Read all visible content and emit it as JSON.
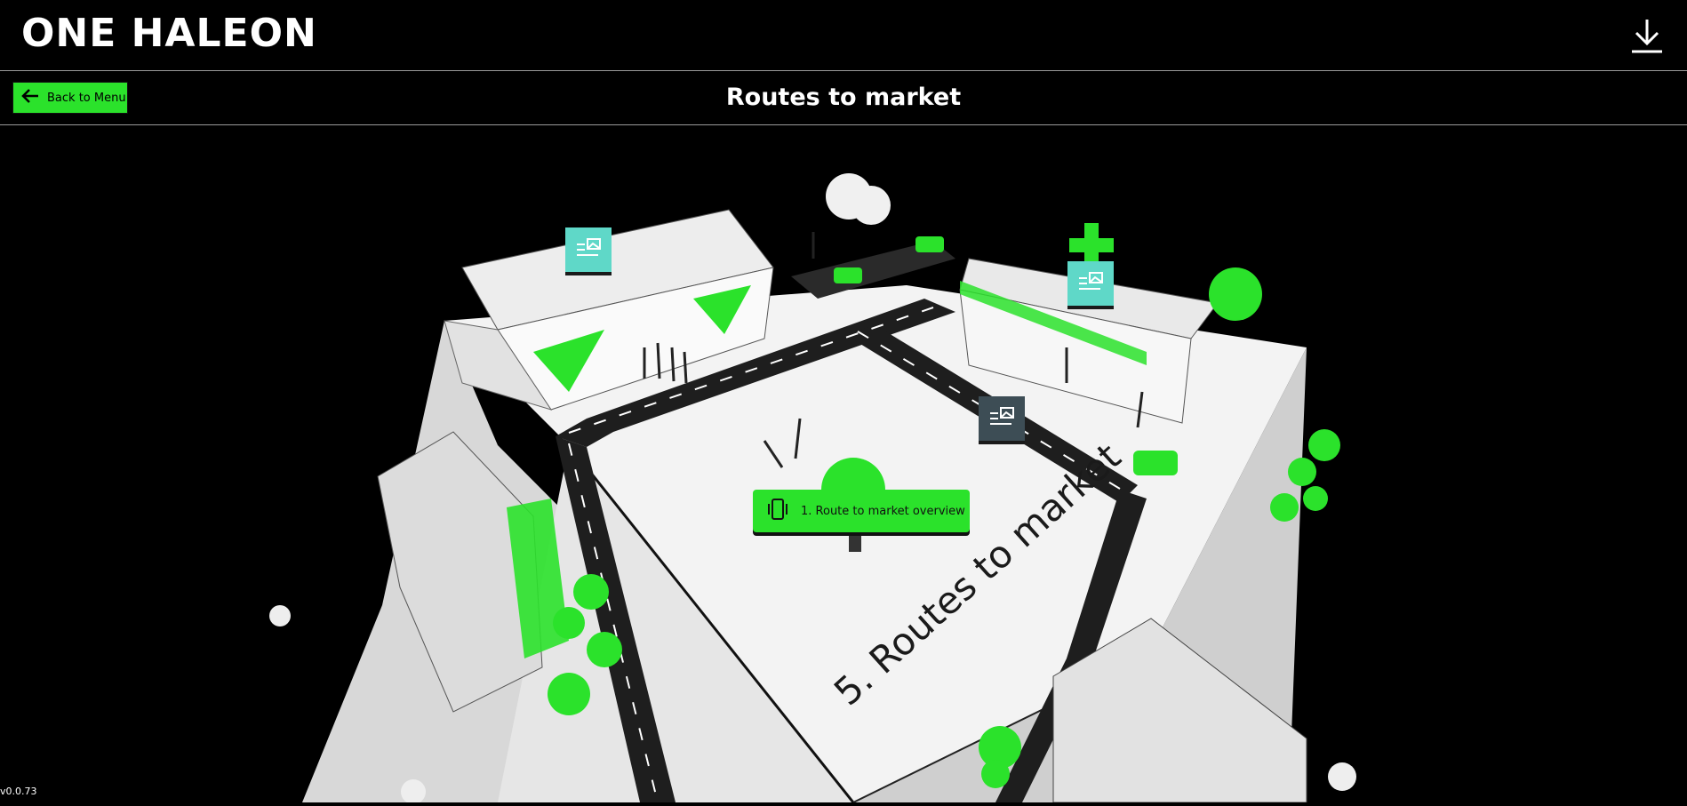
{
  "header": {
    "logo_text": "ONE HALEON",
    "download_icon": "download-icon"
  },
  "subheader": {
    "back_label": "Back to Menu",
    "title": "Routes to market"
  },
  "scene": {
    "cube_face_label": "5. Routes to market",
    "overview_button": "1. Route to market overview",
    "hotspot_icon": "article-icon"
  },
  "version": "v0.0.73",
  "colors": {
    "accent": "#2be22b",
    "hotspot": "#5fd8c8",
    "hotspot_dark": "#3d4d55",
    "background": "#000000"
  }
}
